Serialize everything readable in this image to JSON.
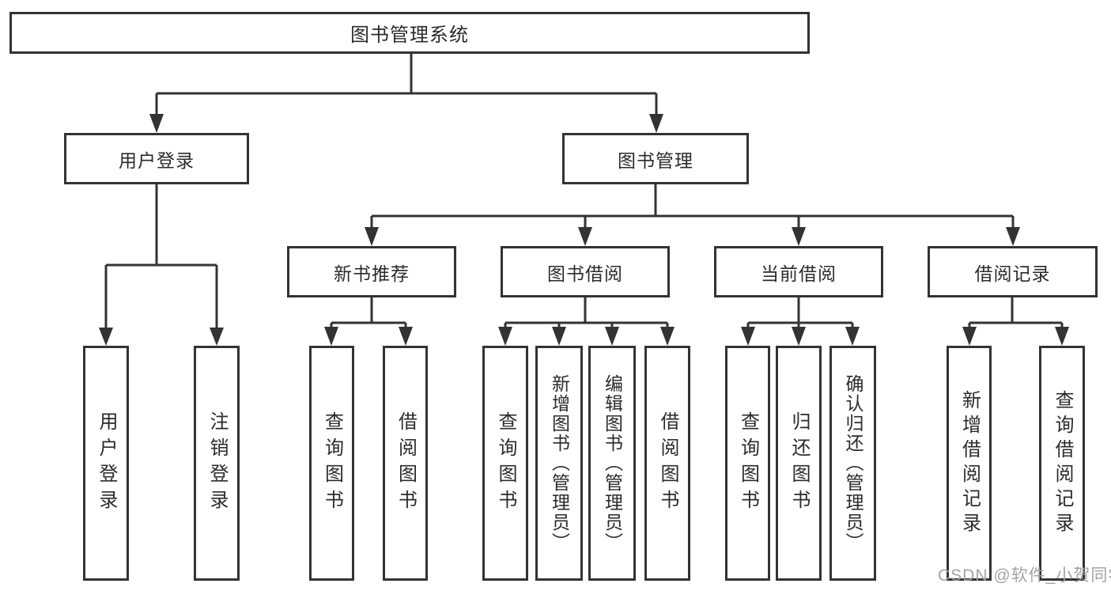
{
  "tree": {
    "root": {
      "label": "图书管理系统"
    },
    "level2": [
      {
        "label": "用户登录"
      },
      {
        "label": "图书管理"
      }
    ],
    "level3": [
      {
        "label": "新书推荐",
        "parent": "图书管理"
      },
      {
        "label": "图书借阅",
        "parent": "图书管理"
      },
      {
        "label": "当前借阅",
        "parent": "图书管理"
      },
      {
        "label": "借阅记录",
        "parent": "图书管理"
      }
    ],
    "leaves": [
      {
        "label": "用户登录",
        "parent": "用户登录"
      },
      {
        "label": "注销登录",
        "parent": "用户登录"
      },
      {
        "label": "查询图书",
        "parent": "新书推荐"
      },
      {
        "label": "借阅图书",
        "parent": "新书推荐"
      },
      {
        "label": "查询图书",
        "parent": "图书借阅"
      },
      {
        "label": "新增图书（管理员）",
        "parent": "图书借阅"
      },
      {
        "label": "编辑图书（管理员）",
        "parent": "图书借阅"
      },
      {
        "label": "借阅图书",
        "parent": "图书借阅"
      },
      {
        "label": "查询图书",
        "parent": "当前借阅"
      },
      {
        "label": "归还图书",
        "parent": "当前借阅"
      },
      {
        "label": "确认归还（管理员）",
        "parent": "当前借阅"
      },
      {
        "label": "新增借阅记录",
        "parent": "借阅记录"
      },
      {
        "label": "查询借阅记录",
        "parent": "借阅记录"
      }
    ]
  },
  "watermark": {
    "text": "CSDN @软件_小贺同学"
  },
  "colors": {
    "line": "#333333",
    "text": "#2b2b2b",
    "watermark": "#9e9e9e",
    "background": "#ffffff"
  }
}
